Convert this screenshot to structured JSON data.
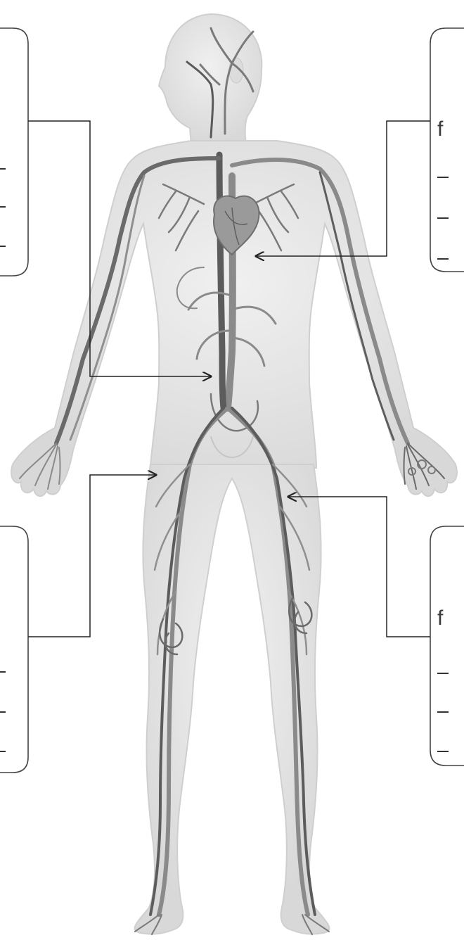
{
  "labels": {
    "top_right_fragment": "f",
    "bottom_right_fragment": "f"
  },
  "palette": {
    "background": "#ffffff",
    "body_fill": "#e6e6e6",
    "body_outline": "#cfcfcf",
    "artery": "#8a8a8a",
    "vein": "#5c5c5c",
    "heart": "#9a9a9a",
    "box_line": "#444444",
    "leader_line": "#222222"
  },
  "icons": {
    "figure": "human-circulatory-system-illustration",
    "heart": "heart-icon",
    "pointer": "arrow-head-icon"
  }
}
